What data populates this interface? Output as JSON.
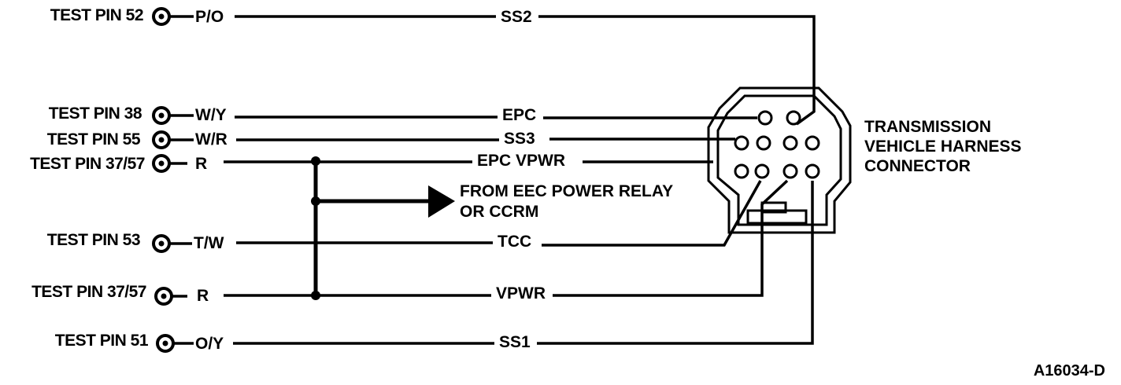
{
  "diagram": {
    "figure_id": "A16034-D",
    "connector_label": [
      "TRANSMISSION",
      "VEHICLE HARNESS",
      "CONNECTOR"
    ],
    "power_note": [
      "FROM EEC POWER RELAY",
      "OR CCRM"
    ],
    "circuits": [
      {
        "test_pin": "TEST PIN 52",
        "wire_color": "P/O",
        "signal": "SS2"
      },
      {
        "test_pin": "TEST PIN 38",
        "wire_color": "W/Y",
        "signal": "EPC"
      },
      {
        "test_pin": "TEST PIN 55",
        "wire_color": "W/R",
        "signal": "SS3"
      },
      {
        "test_pin": "TEST PIN 37/57",
        "wire_color": "R",
        "signal": "EPC VPWR"
      },
      {
        "test_pin": "TEST PIN 53",
        "wire_color": "T/W",
        "signal": "TCC"
      },
      {
        "test_pin": "TEST PIN 37/57",
        "wire_color": "R",
        "signal": "VPWR"
      },
      {
        "test_pin": "TEST PIN 51",
        "wire_color": "O/Y",
        "signal": "SS1"
      }
    ]
  }
}
